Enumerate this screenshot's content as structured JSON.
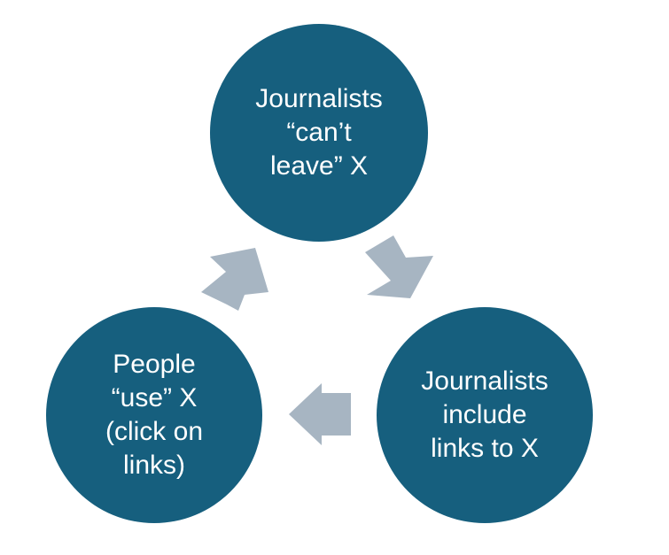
{
  "colors": {
    "node_fill": "#165f7e",
    "arrow_fill": "#a7b5c2",
    "text": "#ffffff",
    "background": "#ffffff"
  },
  "nodes": {
    "top": {
      "lines": [
        "Journalists",
        "“can’t",
        "leave” X"
      ]
    },
    "right": {
      "lines": [
        "Journalists",
        "include",
        "links to X"
      ]
    },
    "left": {
      "lines": [
        "People",
        "“use” X",
        "(click on",
        "links)"
      ]
    }
  },
  "arrows": {
    "top_to_right": "arrow",
    "right_to_left": "arrow",
    "left_to_top": "arrow"
  }
}
